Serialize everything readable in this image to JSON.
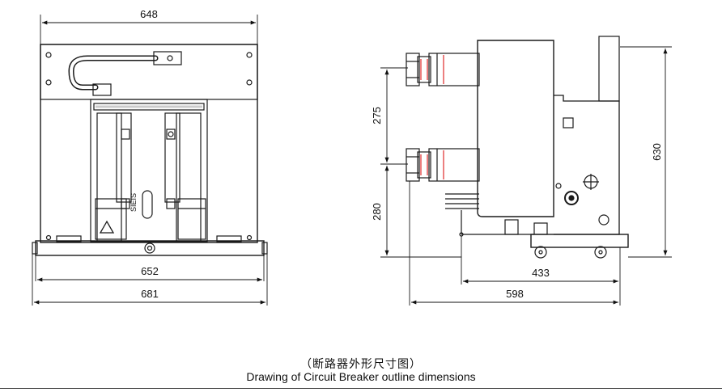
{
  "front_view": {
    "dim_top": "648",
    "dim_mid": "652",
    "dim_bottom": "681",
    "panel_label": "SIEIS"
  },
  "side_view": {
    "dim_upper_pitch": "275",
    "dim_lower_height": "280",
    "dim_total_height": "630",
    "dim_depth_inner": "433",
    "dim_depth_total": "598"
  },
  "caption": {
    "chinese": "（断路器外形尺寸图）",
    "english": "Drawing of Circuit Breaker outline dimensions"
  },
  "colors": {
    "line": "#1a1a1a",
    "accent": "#e23a3a"
  }
}
